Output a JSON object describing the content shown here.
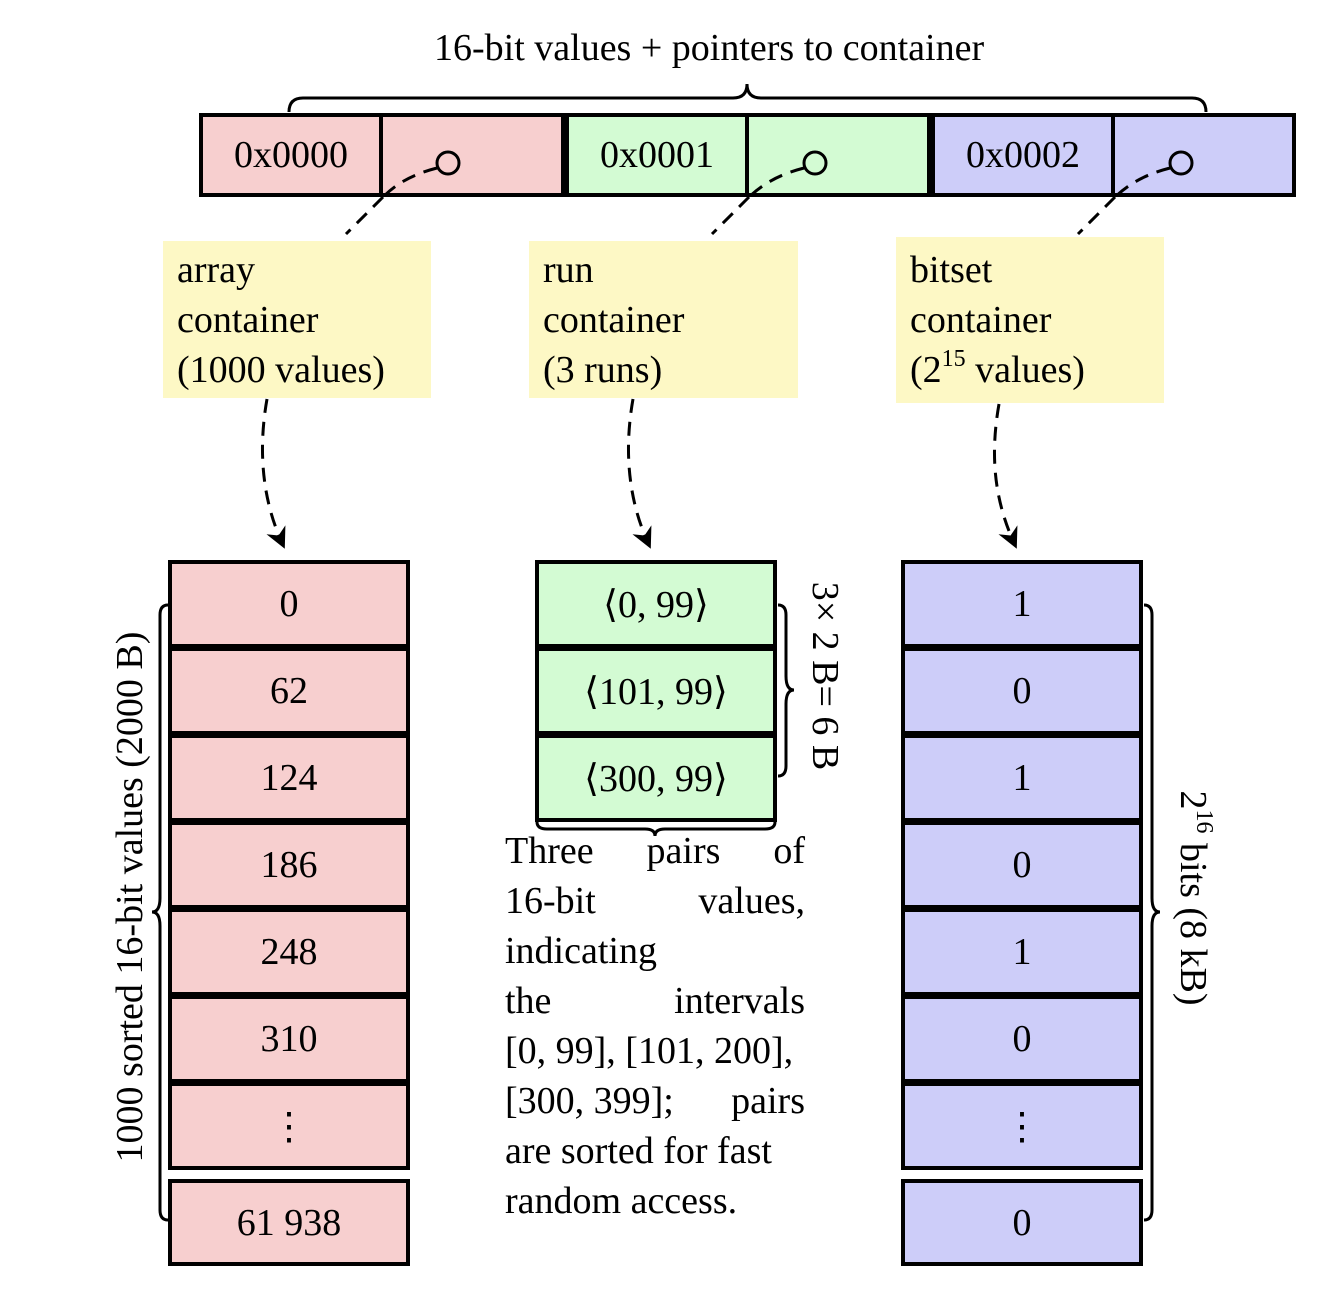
{
  "header": {
    "title": "16-bit values + pointers to container"
  },
  "keys": [
    {
      "label": "0x0000",
      "color": "#f7cfcf"
    },
    {
      "label": "0x0001",
      "color": "#d3fbd3"
    },
    {
      "label": "0x0002",
      "color": "#cdcdf9"
    }
  ],
  "notes": {
    "array": {
      "line1": "array",
      "line2": "container",
      "line3": "(1000 values)"
    },
    "run": {
      "line1": "run",
      "line2": "container",
      "line3": "(3 runs)"
    },
    "bitset": {
      "line1": "bitset",
      "line2": "container",
      "line3_pre": "(2",
      "line3_sup": "15",
      "line3_post": " values)"
    }
  },
  "array_container": {
    "values": [
      "0",
      "62",
      "124",
      "186",
      "248",
      "310",
      "⋮",
      "61 938"
    ],
    "label": "1000 sorted 16-bit values (2000 B)"
  },
  "run_container": {
    "pairs": [
      "⟨0, 99⟩",
      "⟨101, 99⟩",
      "⟨300, 99⟩"
    ],
    "size_label": "3× 2 B= 6 B",
    "description": {
      "row1": [
        "Three",
        "pairs",
        "of"
      ],
      "row2": [
        "16-bit",
        "values,"
      ],
      "row3": "indicating",
      "row4": [
        "the",
        "intervals"
      ],
      "row5": "[0, 99], [101, 200],",
      "row6": [
        "[300, 399];",
        "pairs"
      ],
      "row7": "are sorted for fast",
      "row8": "random access."
    }
  },
  "bitset_container": {
    "bits": [
      "1",
      "0",
      "1",
      "0",
      "1",
      "0",
      "⋮",
      "0"
    ],
    "label_pre": "2",
    "label_sup": "16",
    "label_post": " bits (8 kB)"
  },
  "colors": {
    "array": "#f7cfcf",
    "run": "#d3fbd3",
    "bitset": "#cdcdf9",
    "note": "#fdf8c5"
  }
}
